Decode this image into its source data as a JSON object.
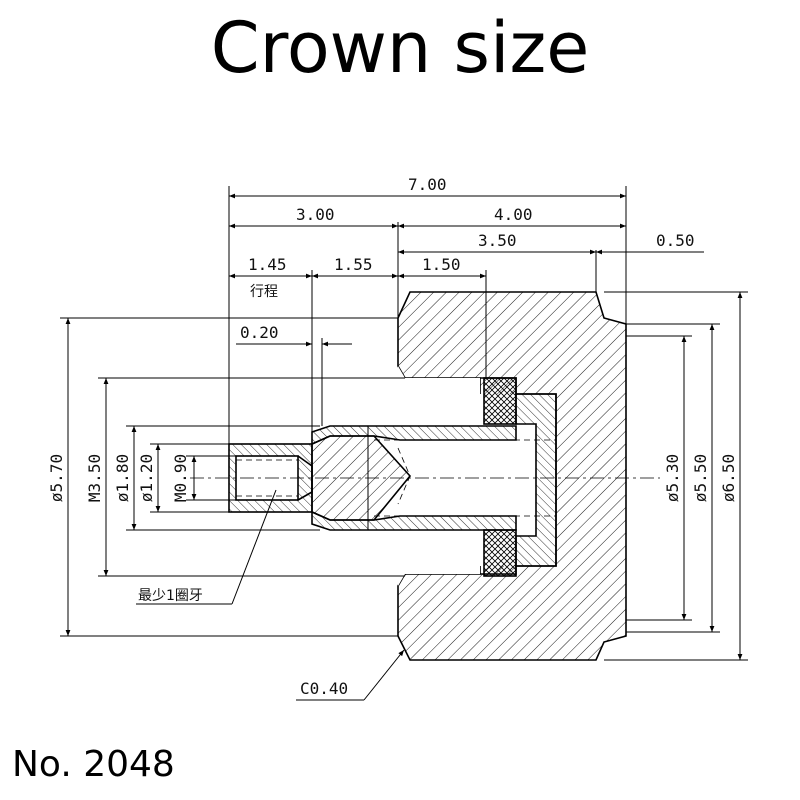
{
  "header": {
    "title": "Crown size"
  },
  "footer": {
    "model_number": "No. 2048"
  },
  "drawing": {
    "dimensions": {
      "total_length": "7.00",
      "left_length": "3.00",
      "right_length": "4.00",
      "inner_length": "3.50",
      "step_length": "0.50",
      "travel_length": "1.45",
      "travel_label": "行程",
      "mid_length": "1.55",
      "bore_length": "1.50",
      "gap": "0.20",
      "dia_5_70": "ø5.70",
      "dia_m3_50": "M3.50",
      "dia_1_80": "ø1.80",
      "dia_1_20": "ø1.20",
      "thread_m0_90": "M0.90",
      "dia_5_30": "ø5.30",
      "dia_5_50": "ø5.50",
      "dia_6_50": "ø6.50",
      "thread_note": "最少1圈牙",
      "chamfer": "C0.40"
    }
  }
}
